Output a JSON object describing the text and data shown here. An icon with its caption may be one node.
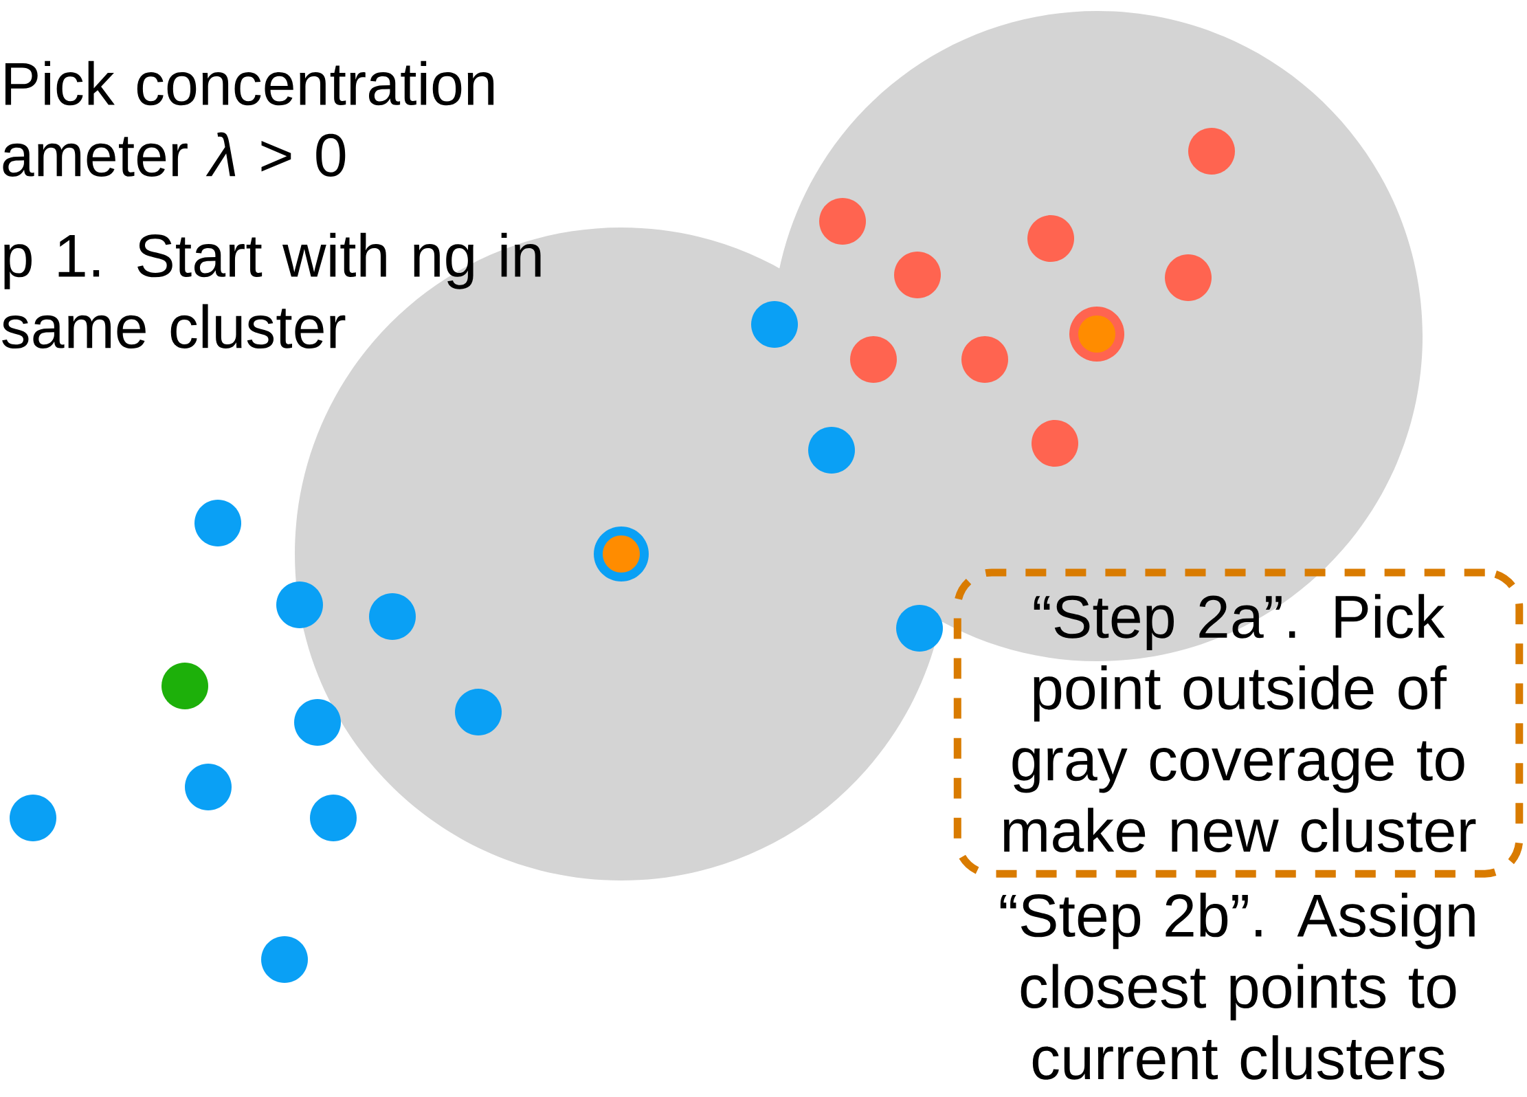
{
  "diagram": {
    "nodes": [
      {
        "text": [
          "“Step 2a”. Pick point outside of gray coverage to make new cluster"
        ]
      }
    ],
    "edges": [],
    "labels": [
      "Pick concentration ameter *λ* > 0",
      "p 1. Start with ng in same cluster",
      "“Step 2b”. Assign closest points to current clusters"
    ]
  }
}
